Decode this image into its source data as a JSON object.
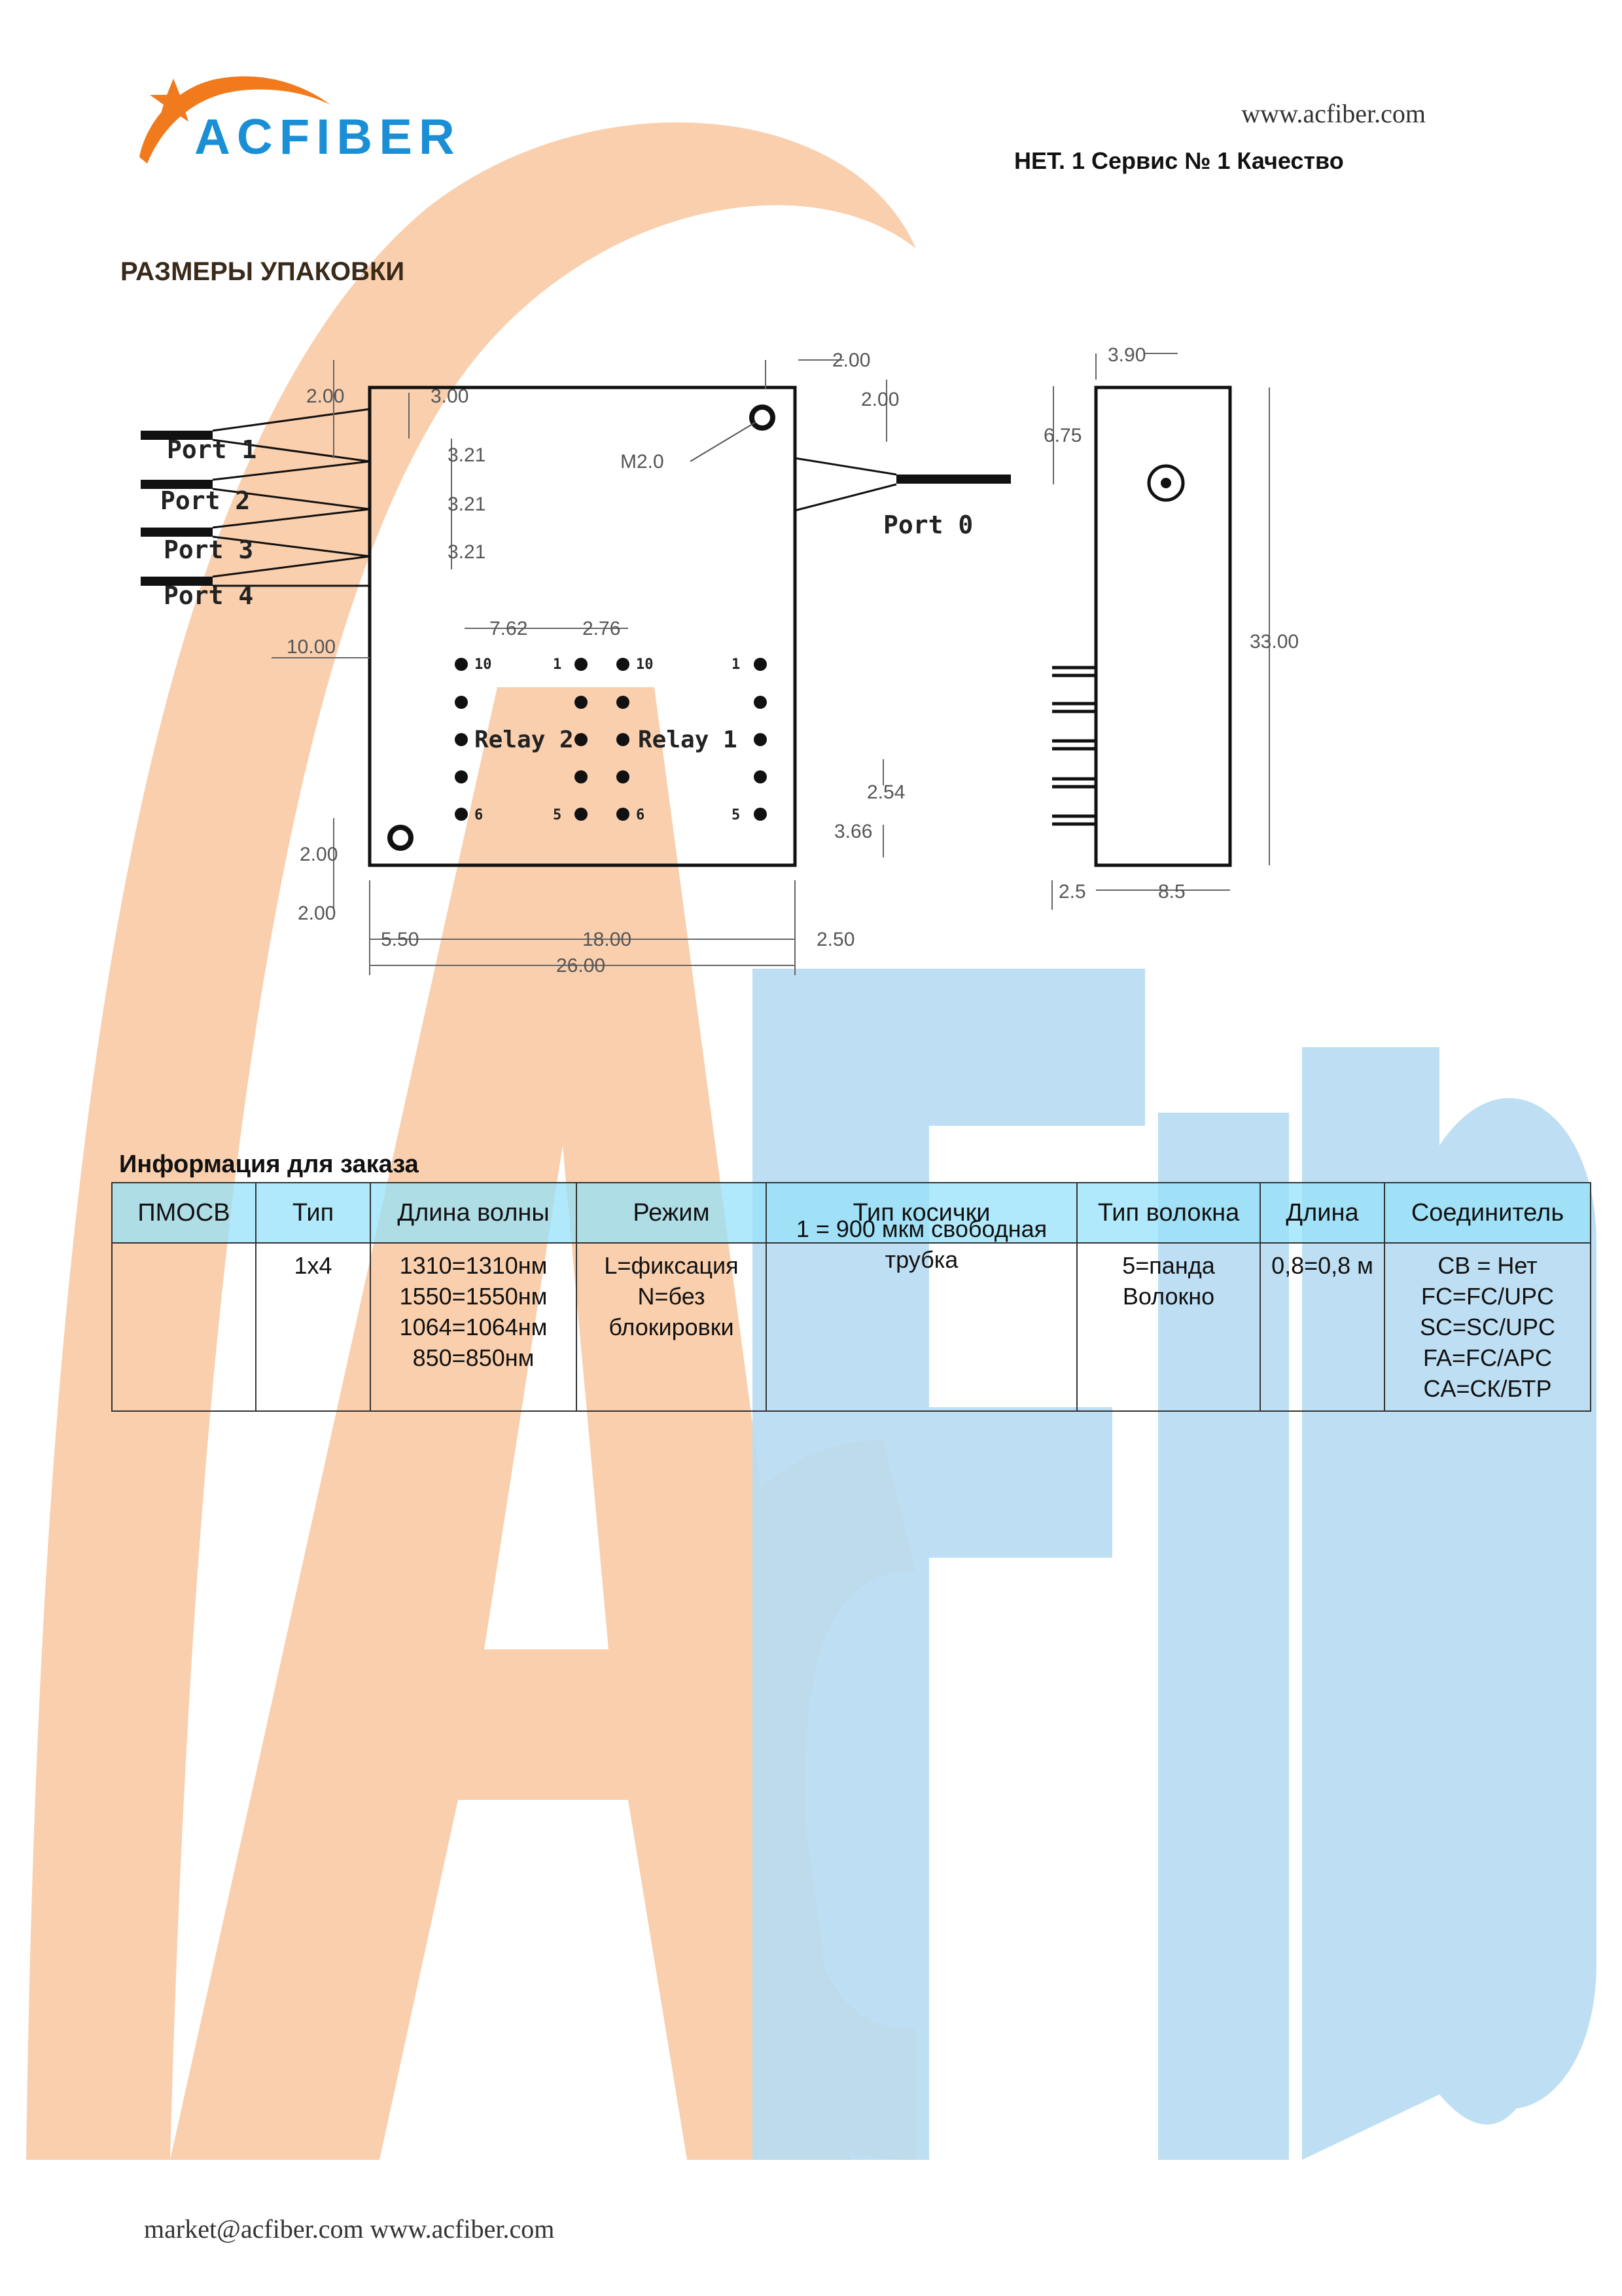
{
  "header": {
    "logo_text": "ACFIBER",
    "website": "www.acfiber.com",
    "slogan": "НЕТ. 1 Сервис № 1 Качество"
  },
  "watermark_text": "AcFiber",
  "section_title": "РАЗМЕРЫ УПАКОВКИ",
  "drawing": {
    "ports": [
      "Port 1",
      "Port 2",
      "Port 3",
      "Port 4",
      "Port 0"
    ],
    "relays": [
      "Relay 2",
      "Relay 1"
    ],
    "screw_label": "M2.0 ",
    "pin_numbers": {
      "r2_top_left": "10",
      "r2_top_right": "1",
      "r2_bot_left": "6",
      "r2_bot_right": "5",
      "r1_top_left": "10",
      "r1_top_right": "1",
      "r1_bot_left": "6",
      "r1_bot_right": "5"
    },
    "dimensions": {
      "top_2_00_left": "2.00",
      "top_3_00": "3.00",
      "pitch_3_21": "3.21",
      "top_right_2_00": "2.00",
      "top_right_2_00_b": "2.00",
      "d_7_62": "7.62",
      "d_2_76": "2.76",
      "d_10_00": "10.00",
      "d_2_54": "2.54",
      "d_3_66": "3.66",
      "bot_2_00_a": "2.00",
      "bot_2_00_b": "2.00",
      "d_5_50": "5.50",
      "d_18_00": "18.00",
      "d_2_50": "2.50",
      "d_26_00": "26.00",
      "side_3_90": "3.90",
      "side_6_75": "6.75",
      "side_33_00": "33.00",
      "side_2_5": "2.5",
      "side_8_5": "8.5"
    }
  },
  "ordering": {
    "title": "Информация для заказа",
    "headers": [
      "ПМОСВ",
      "Тип",
      "Длина волны",
      "Режим",
      "Тип косички",
      "Тип волокна",
      "Длина",
      "Соединитель"
    ],
    "row": {
      "pmosv": "",
      "type": "1x4",
      "wavelength": [
        "1310=1310нм",
        "1550=1550нм",
        "1064=1064нм",
        "850=850нм"
      ],
      "mode": [
        "L=фиксация",
        "N=без",
        "блокировки"
      ],
      "pigtail": [
        "1 = 900 мкм свободная",
        "трубка"
      ],
      "fiber": [
        "5=панда",
        "Волокно"
      ],
      "length": "0,8=0,8 м",
      "connector": [
        "CB = Нет",
        "FC=FC/UPC",
        "SC=SC/UPC",
        "FA=FC/APC",
        "CA=СК/БТР"
      ]
    }
  },
  "footer": {
    "text": "market@acfiber.com www.acfiber.com"
  },
  "colors": {
    "watermark_orange": "#f9c79f",
    "watermark_blue": "#b7dcf2",
    "logo_blue": "#1a8fd6",
    "logo_orange": "#f07a1c",
    "table_header": "#96e1fa"
  }
}
